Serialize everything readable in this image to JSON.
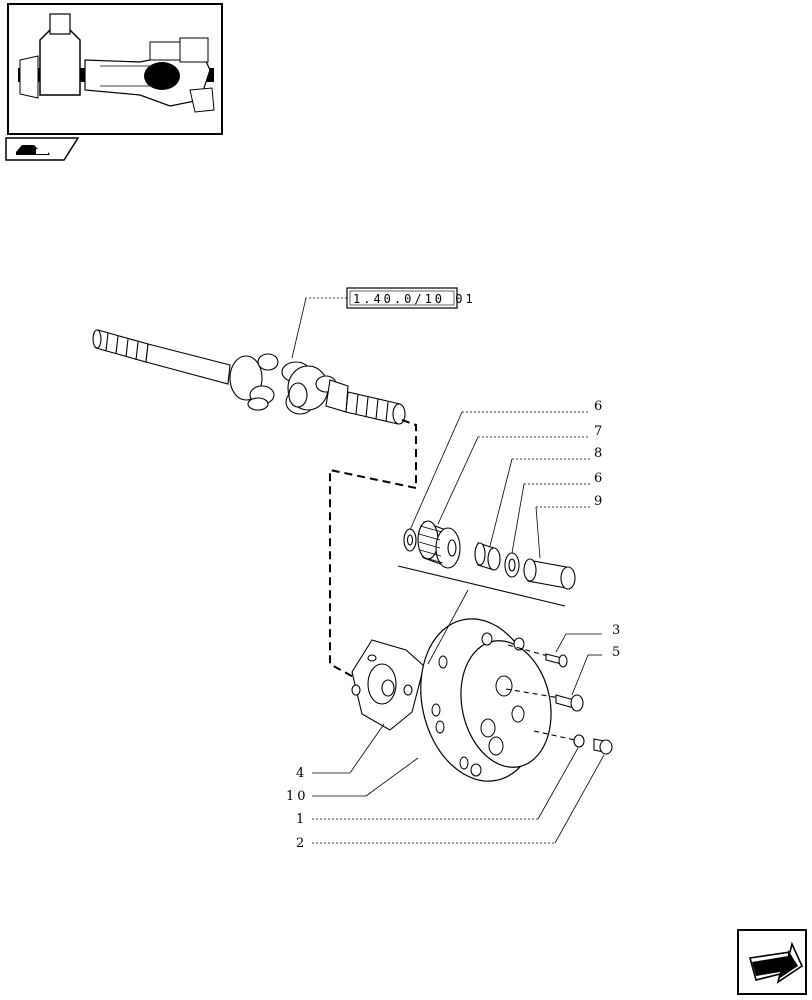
{
  "reference_label": "1.40.0/10 01",
  "callouts": {
    "c6a": "6",
    "c7": "7",
    "c8": "8",
    "c6b": "6",
    "c9": "9",
    "c3": "3",
    "c5": "5",
    "c4": "4",
    "c10": "10",
    "c1": "1",
    "c2": "2"
  },
  "icons": {
    "thumbnail": "axle-assembly-thumbnail",
    "tab": "tractor-icon",
    "next": "next-page-arrow-icon"
  }
}
